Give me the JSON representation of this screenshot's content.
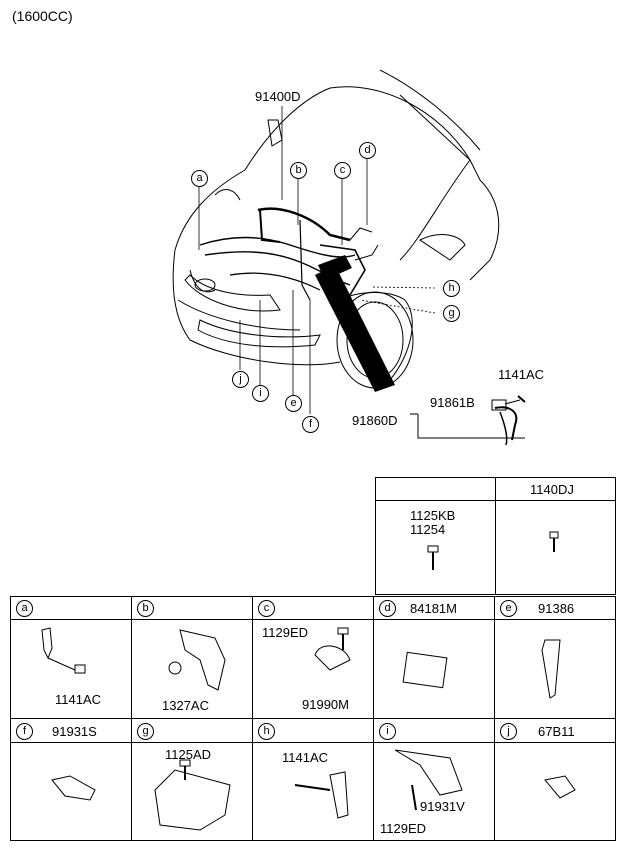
{
  "title": "(1600CC)",
  "main_labels": {
    "harness": "91400D",
    "callouts": [
      "a",
      "b",
      "c",
      "d",
      "e",
      "f",
      "g",
      "h",
      "i",
      "j"
    ],
    "battery_cable": "91860D",
    "battery_sub": "91861B",
    "battery_bolt": "1141AC"
  },
  "upper_table": {
    "headers": [
      "",
      "1140DJ"
    ],
    "col1_parts": [
      "1125KB",
      "11254"
    ]
  },
  "grid": [
    {
      "letter": "a",
      "header": "",
      "labels": [
        "1141AC"
      ]
    },
    {
      "letter": "b",
      "header": "",
      "labels": [
        "1327AC"
      ]
    },
    {
      "letter": "c",
      "header": "",
      "labels": [
        "1129ED",
        "91990M"
      ]
    },
    {
      "letter": "d",
      "header": "84181M",
      "labels": []
    },
    {
      "letter": "e",
      "header": "91386",
      "labels": []
    },
    {
      "letter": "f",
      "header": "91931S",
      "labels": []
    },
    {
      "letter": "g",
      "header": "",
      "labels": [
        "1125AD"
      ]
    },
    {
      "letter": "h",
      "header": "",
      "labels": [
        "1141AC"
      ]
    },
    {
      "letter": "i",
      "header": "",
      "labels": [
        "91931V",
        "1129ED"
      ]
    },
    {
      "letter": "j",
      "header": "67B11",
      "labels": []
    }
  ]
}
